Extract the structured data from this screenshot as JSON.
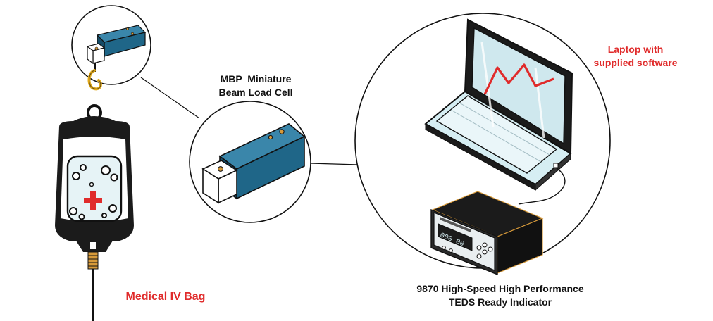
{
  "labels": {
    "load_cell": {
      "line1": "MBP  Miniature",
      "line2": "Beam Load Cell"
    },
    "laptop": {
      "line1": "Laptop with",
      "line2": "supplied software"
    },
    "indicator": {
      "line1": "9870 High-Speed High Performance",
      "line2": "TEDS Ready Indicator"
    },
    "iv_bag": "Medical IV Bag"
  },
  "indicator_display": "000 00",
  "colors": {
    "accent_red": "#e02b2b",
    "load_cell_blue": "#1f6688",
    "outline": "#111111",
    "indicator_body": "#1b1b1b",
    "indicator_trim": "#d79a3a",
    "laptop_screen": "#cfe8ee",
    "bag_fill": "#e6f3f6"
  },
  "icons": [
    "load-cell-icon",
    "laptop-icon",
    "indicator-icon",
    "iv-bag-icon",
    "medical-cross-icon",
    "hook-icon"
  ]
}
